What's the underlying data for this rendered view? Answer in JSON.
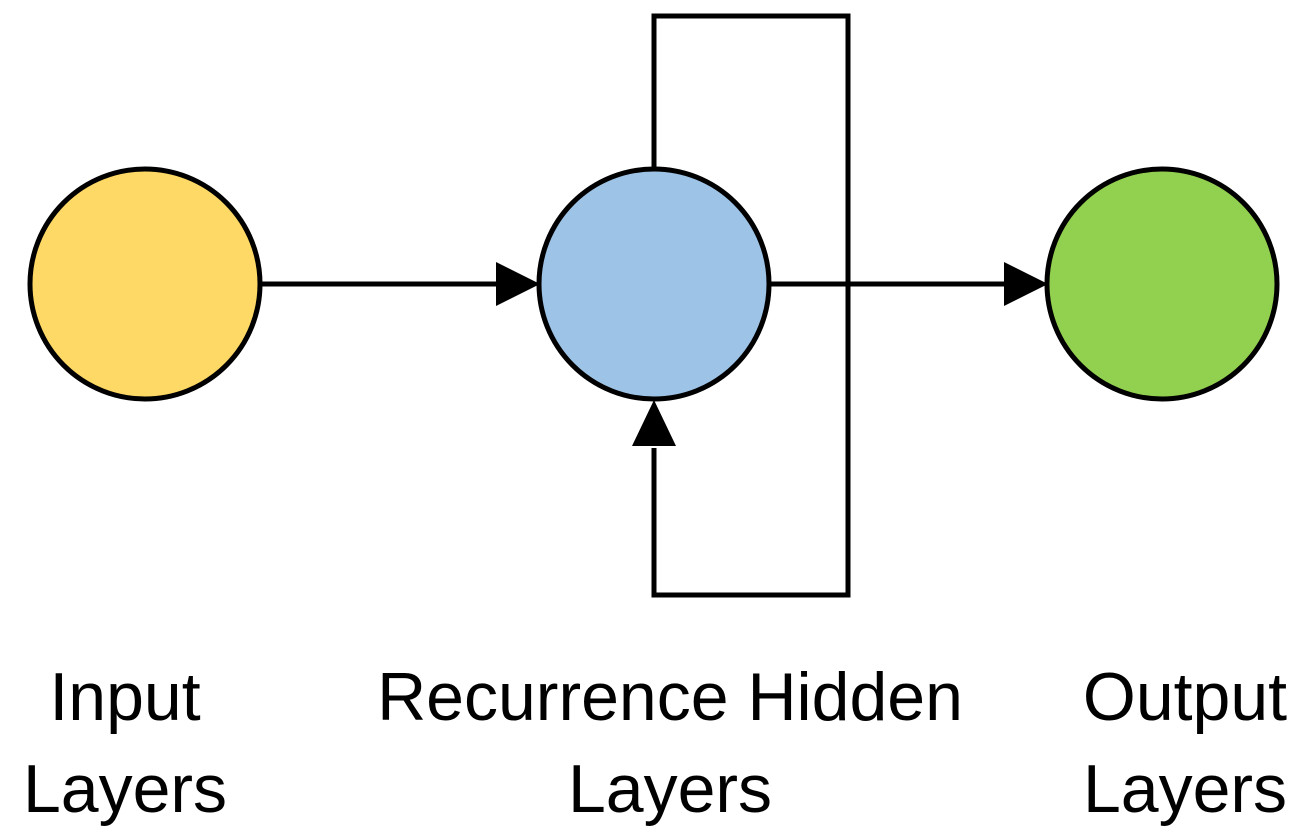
{
  "diagram": {
    "nodes": [
      {
        "id": "input",
        "label_line1": "Input",
        "label_line2": "Layers",
        "fill": "#FFD966"
      },
      {
        "id": "hidden",
        "label_line1": "Recurrence Hidden",
        "label_line2": "Layers",
        "fill": "#9DC3E6"
      },
      {
        "id": "output",
        "label_line1": "Output",
        "label_line2": "Layers",
        "fill": "#92D050"
      }
    ],
    "edges": [
      {
        "from": "input",
        "to": "hidden",
        "type": "forward"
      },
      {
        "from": "hidden",
        "to": "output",
        "type": "forward"
      },
      {
        "from": "hidden",
        "to": "hidden",
        "type": "recurrent-loop"
      }
    ],
    "stroke_color": "#000000"
  }
}
